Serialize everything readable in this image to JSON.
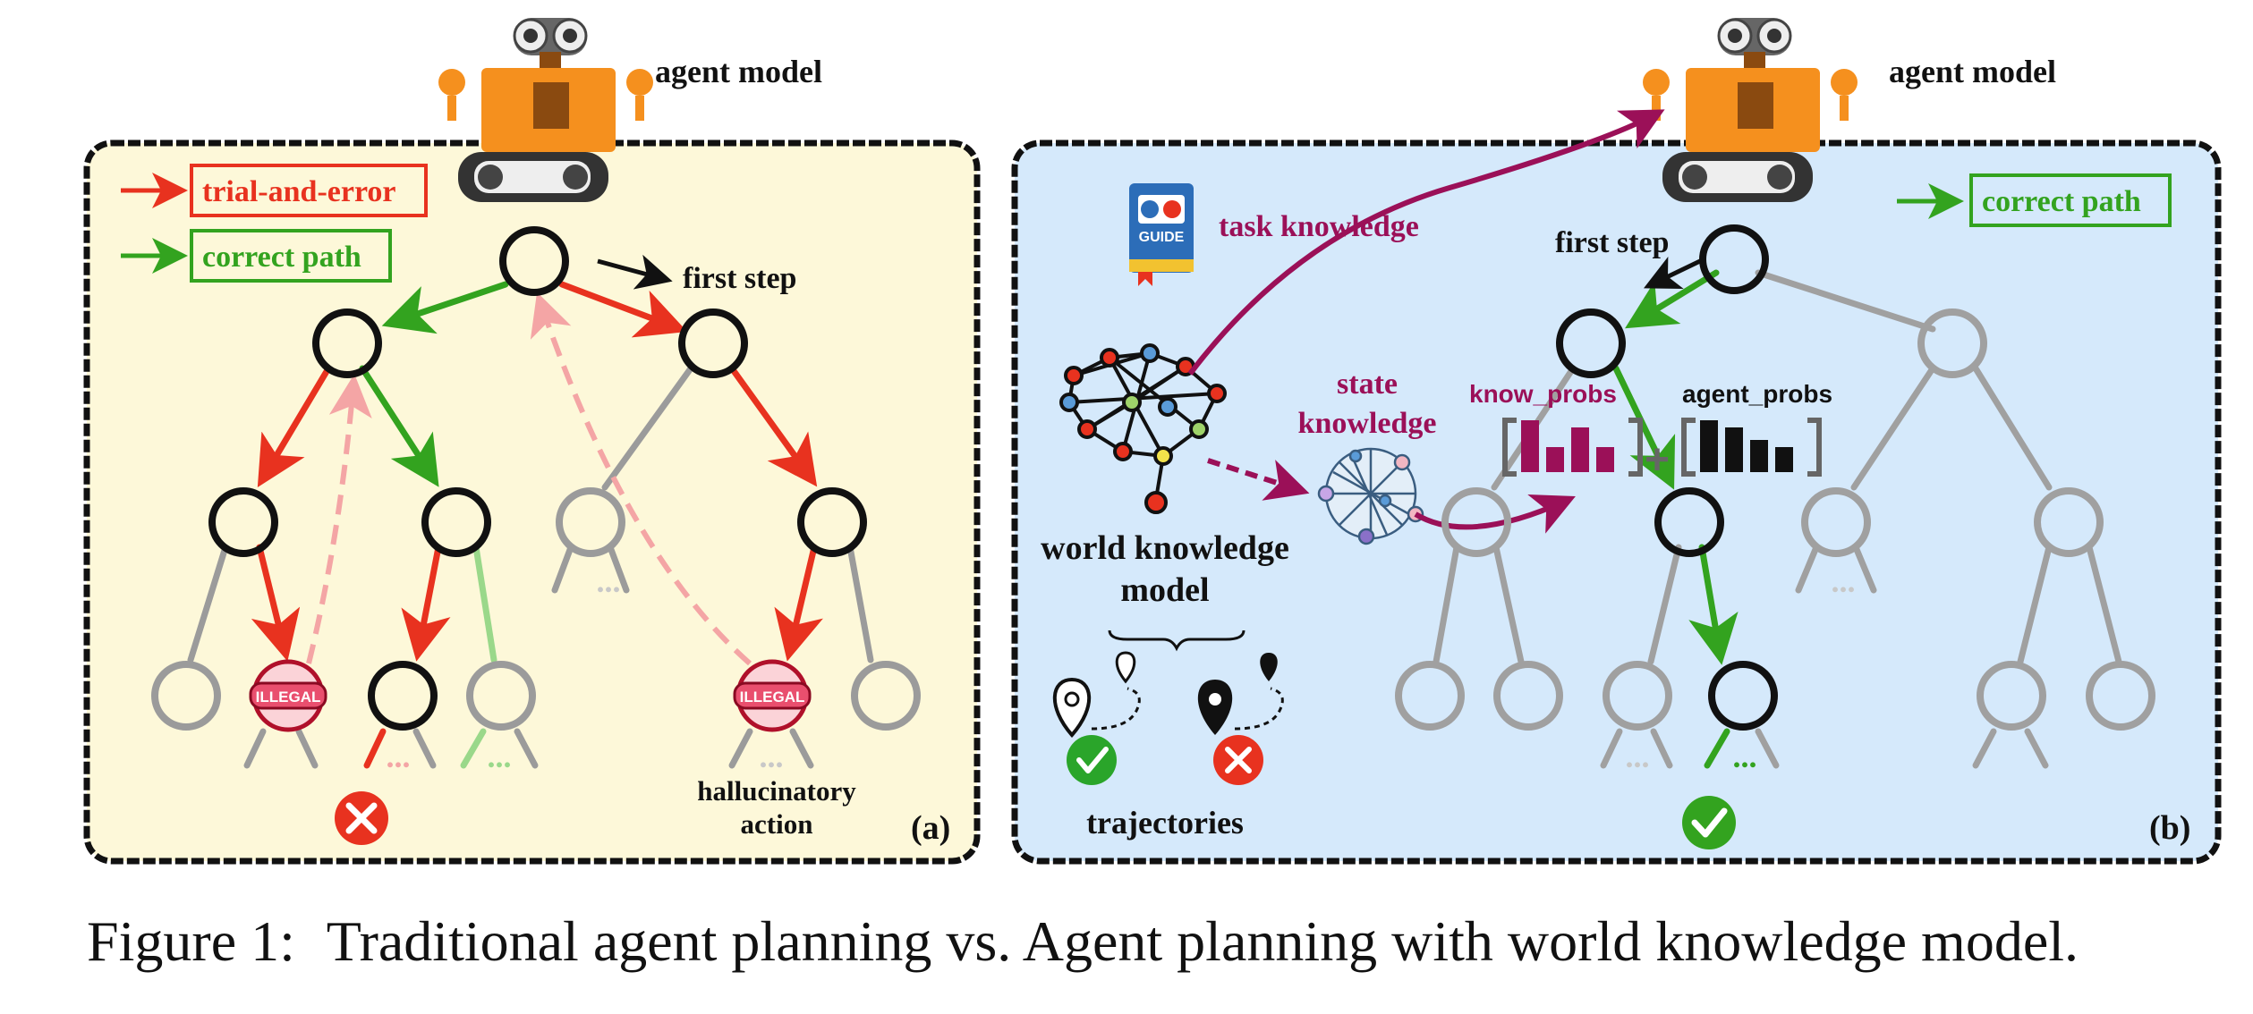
{
  "colors": {
    "panel_a_bg": "#fdf8d9",
    "panel_b_bg": "#d5e9fb",
    "red": "#e8321f",
    "green": "#33a31f",
    "gray": "#9b9b9b",
    "black": "#111111",
    "pink": "#f4a5a5",
    "light_green": "#9ad88a",
    "magenta": "#9b1058",
    "robot_orange": "#f5901e"
  },
  "panel_a": {
    "agent_label": "agent model",
    "legend_trial": "trial-and-error",
    "legend_correct": "correct path",
    "first_step": "first step",
    "illegal_1": "ILLEGAL",
    "illegal_2": "ILLEGAL",
    "ellipsis_1": "...",
    "ellipsis_2": "...",
    "ellipsis_3": "...",
    "ellipsis_4": "...",
    "halluc_line1": "hallucinatory",
    "halluc_line2": "action",
    "tag": "(a)"
  },
  "panel_b": {
    "agent_label": "agent model",
    "legend_correct": "correct path",
    "guide_text": "GUIDE",
    "task_knowledge": "task knowledge",
    "state_line1": "state",
    "state_line2": "knowledge",
    "first_step": "first step",
    "know_probs": "know_probs",
    "agent_probs": "agent_probs",
    "plus": "+",
    "wkm_line1": "world knowledge",
    "wkm_line2": "model",
    "trajectories": "trajectories",
    "ellipsis_1": "...",
    "ellipsis_2": "...",
    "ellipsis_3": "...",
    "tag": "(b)"
  },
  "caption": {
    "label": "Figure 1:",
    "text": "Traditional agent planning vs. Agent planning with world knowledge model."
  }
}
